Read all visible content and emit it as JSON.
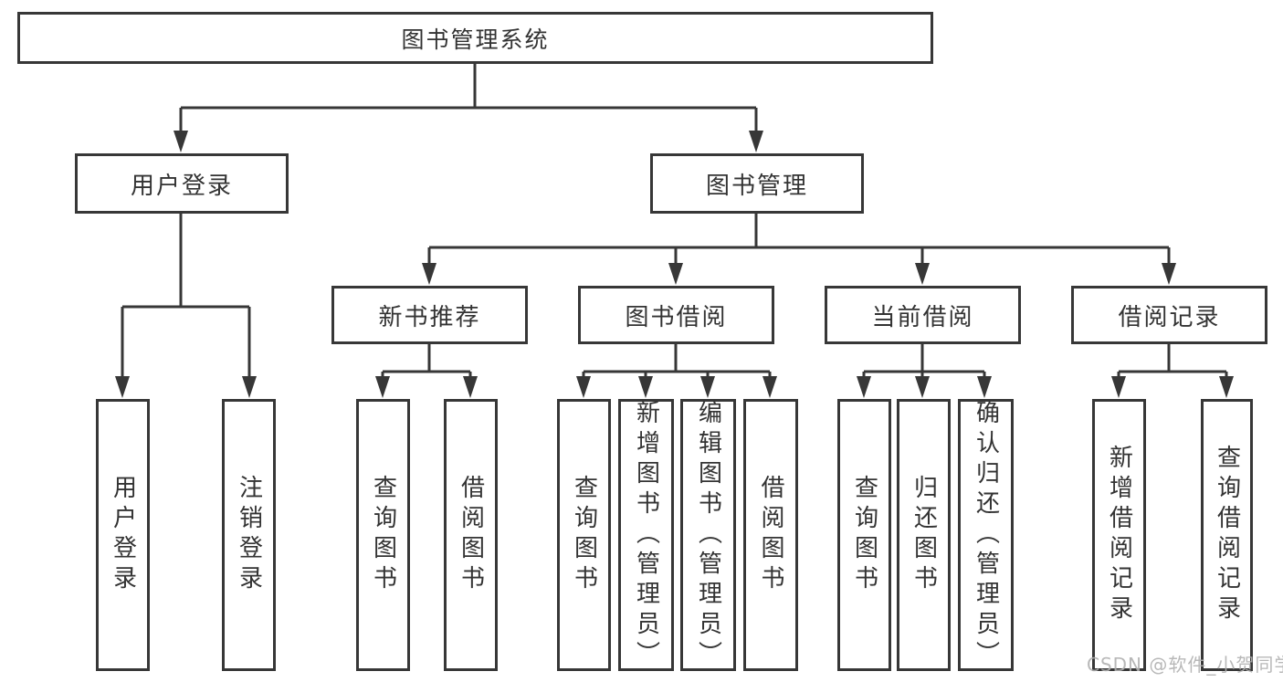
{
  "diagram_type": "hierarchy-tree",
  "tree": {
    "label": "图书管理系统",
    "children": [
      {
        "label": "用户登录",
        "children": [
          {
            "label": "用户登录"
          },
          {
            "label": "注销登录"
          }
        ]
      },
      {
        "label": "图书管理",
        "children": [
          {
            "label": "新书推荐",
            "children": [
              {
                "label": "查询图书"
              },
              {
                "label": "借阅图书"
              }
            ]
          },
          {
            "label": "图书借阅",
            "children": [
              {
                "label": "查询图书"
              },
              {
                "label": "新增图书（管理员）"
              },
              {
                "label": "编辑图书（管理员）"
              },
              {
                "label": "借阅图书"
              }
            ]
          },
          {
            "label": "当前借阅",
            "children": [
              {
                "label": "查询图书"
              },
              {
                "label": "归还图书"
              },
              {
                "label": "确认归还（管理员）"
              }
            ]
          },
          {
            "label": "借阅记录",
            "children": [
              {
                "label": "新增借阅记录"
              },
              {
                "label": "查询借阅记录"
              }
            ]
          }
        ]
      }
    ]
  },
  "watermark": {
    "text": "CSDN @软件_小贺同学"
  },
  "colors": {
    "line": "#373737",
    "box_border": "#373737",
    "box_background": "#ffffff",
    "text": "#333333",
    "watermark": "#b0b0b0",
    "page_background": "#ffffff"
  }
}
